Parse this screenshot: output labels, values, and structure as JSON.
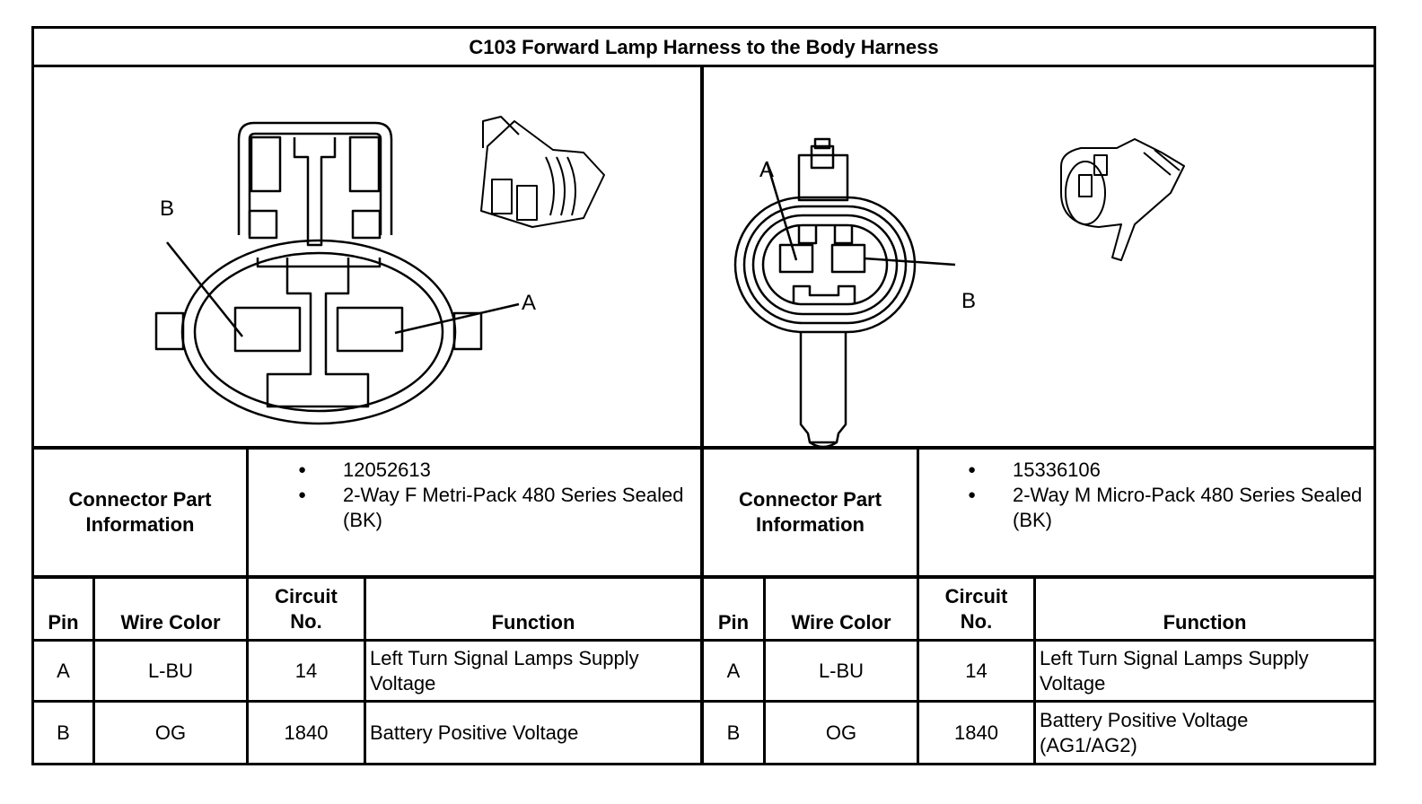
{
  "title": "C103 Forward Lamp Harness to the Body Harness",
  "connectors": [
    {
      "side": "left",
      "pin_labels": [
        "A",
        "B"
      ],
      "cpi_label": "Connector Part Information",
      "part_info": [
        "12052613",
        "2-Way F Metri-Pack 480 Series Sealed (BK)"
      ],
      "headers": {
        "pin": "Pin",
        "wire_color": "Wire Color",
        "circuit": "Circuit No.",
        "function": "Function"
      },
      "rows": [
        {
          "pin": "A",
          "wire_color": "L-BU",
          "circuit": "14",
          "function": "Left Turn Signal Lamps Supply Voltage"
        },
        {
          "pin": "B",
          "wire_color": "OG",
          "circuit": "1840",
          "function": "Battery Positive Voltage"
        }
      ]
    },
    {
      "side": "right",
      "pin_labels": [
        "A",
        "B"
      ],
      "cpi_label": "Connector Part Information",
      "part_info": [
        "15336106",
        "2-Way M Micro-Pack 480 Series Sealed (BK)"
      ],
      "headers": {
        "pin": "Pin",
        "wire_color": "Wire Color",
        "circuit": "Circuit No.",
        "function": "Function"
      },
      "rows": [
        {
          "pin": "A",
          "wire_color": "L-BU",
          "circuit": "14",
          "function": "Left Turn Signal Lamps Supply Voltage"
        },
        {
          "pin": "B",
          "wire_color": "OG",
          "circuit": "1840",
          "function": "Battery Positive Voltage (AG1/AG2)"
        }
      ]
    }
  ]
}
